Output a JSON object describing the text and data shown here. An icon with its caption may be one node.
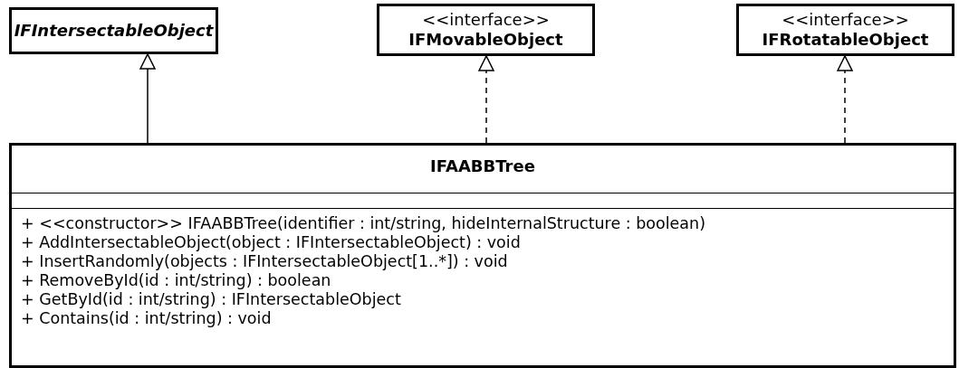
{
  "diagram": {
    "nodes": [
      {
        "text": [
          "IFIntersectableObject"
        ]
      },
      {
        "text": [
          "<<interface>>",
          "IFMovableObject"
        ]
      },
      {
        "text": [
          "<<interface>>",
          "IFRotatableObject"
        ]
      },
      {
        "text": [
          "IFAABBTree",
          "+ <<constructor>> IFAABBTree(identifier : int/string, hideInternalStructure : boolean)",
          "+ AddIntersectableObject(object : IFIntersectableObject) : void",
          "+ InsertRandomly(objects : IFIntersectableObject[1..*]) : void",
          "+ RemoveById(id : int/string) : boolean",
          "+ GetById(id : int/string) : IFIntersectableObject",
          "+ Contains(id : int/string) : void"
        ]
      }
    ],
    "edges": [
      {
        "from": 3,
        "to": 0,
        "arrow": "to"
      },
      {
        "from": 3,
        "to": 1,
        "arrow": "to",
        "style": "dashed"
      },
      {
        "from": 3,
        "to": 2,
        "arrow": "to",
        "style": "dashed"
      }
    ]
  }
}
